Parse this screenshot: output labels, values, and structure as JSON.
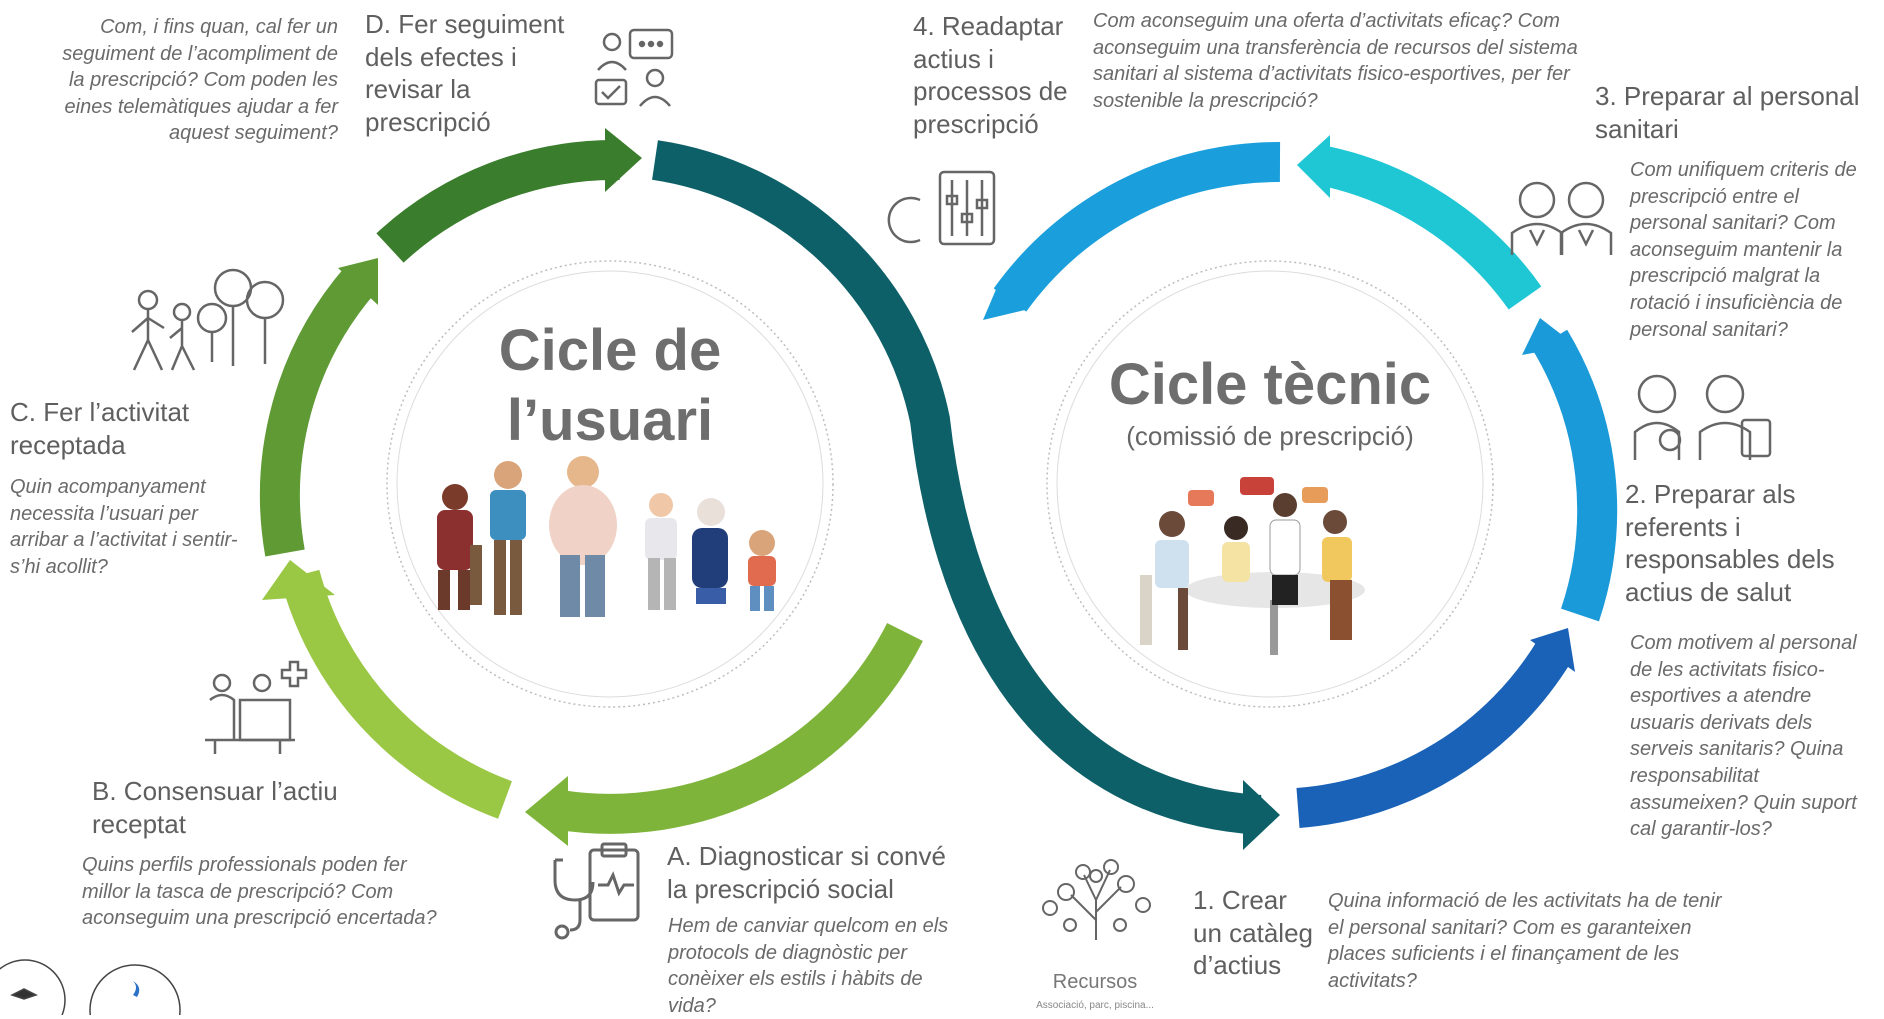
{
  "user_cycle": {
    "title_line1": "Cicle de",
    "title_line2": "l’usuari",
    "steps": {
      "A": {
        "title": "A. Diagnosticar si convé la prescripció social",
        "question": "Hem de canviar quelcom en els protocols de diagnòstic per conèixer els estils i hàbits de vida?"
      },
      "B": {
        "title": "B. Consensuar l’actiu receptat",
        "question": "Quins perfils professionals poden fer millor la tasca de prescripció? Com aconseguim una prescripció encertada?"
      },
      "C": {
        "title": "C. Fer l’activitat receptada",
        "question": "Quin acompanyament necessita l’usuari per arribar a l’activitat i sentir-s’hi acollit?"
      },
      "D": {
        "title": "D. Fer seguiment dels efectes i revisar la prescripció",
        "question": "Com, i fins quan, cal fer un seguiment de l’acompliment de la prescripció? Com poden les eines telemàtiques ajudar a fer aquest seguiment?"
      }
    }
  },
  "technical_cycle": {
    "title": "Cicle tècnic",
    "subtitle": "(comissió de prescripció)",
    "steps": {
      "s1": {
        "title": "1. Crear un catàleg d’actius",
        "question": "Quina informació de les activitats ha de tenir el personal sanitari? Com es garanteixen places suficients i el finançament de les activitats?"
      },
      "s2": {
        "title": "2. Preparar als referents i responsables dels actius de salut",
        "question": "Com motivem al personal de les activitats fisico-esportives a atendre usuaris derivats dels serveis sanitaris? Quina responsabilitat assumeixen? Quin suport cal garantir-los?"
      },
      "s3": {
        "title": "3. Preparar al personal sanitari",
        "question": "Com unifiquem criteris de prescripció entre el personal sanitari? Com aconseguim mantenir la prescripció malgrat la rotació i insuficiència de personal sanitari?"
      },
      "s4": {
        "title": "4. Readaptar actius i processos de prescripció",
        "question": "Com aconseguim una oferta d’activitats eficaç? Com aconseguim una transferència de recursos del sistema sanitari al sistema d’activitats fisico-esportives, per fer sostenible la prescripció?"
      }
    }
  },
  "resources": {
    "label": "Recursos",
    "sublabel": "Associació, parc, piscina..."
  },
  "icons": [
    "people-walking-trees-icon",
    "patients-consult-icon",
    "doctors-icon",
    "trainers-icon",
    "settings-sliders-icon",
    "stethoscope-clipboard-icon",
    "reception-desk-icon",
    "resources-tree-icon"
  ],
  "colors": {
    "green_dark": "#3a7d2c",
    "green_mid": "#7fb43a",
    "green_light": "#a6cf4a",
    "teal": "#0e6068",
    "cyan": "#1fc6d4",
    "blue_mid": "#1a9ad8",
    "blue_dark": "#1a62b8"
  }
}
